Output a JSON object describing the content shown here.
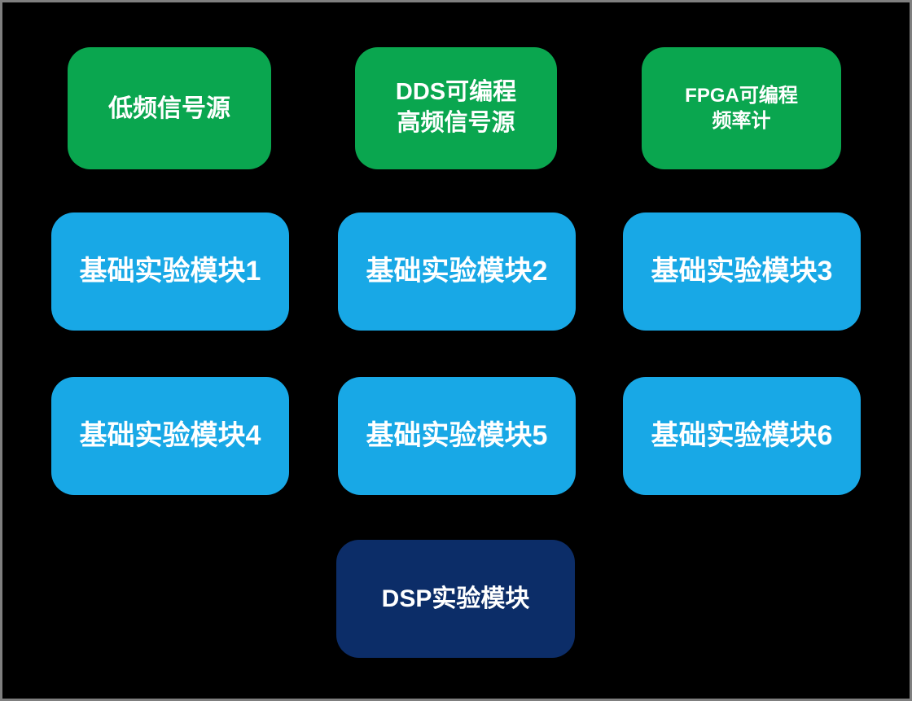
{
  "colors": {
    "background": "#000000",
    "border": "#7f7f7f",
    "green": "#0aa64f",
    "blue": "#18a8e6",
    "navy": "#0c2d68",
    "text": "#ffffff"
  },
  "blocks": [
    {
      "name": "low-freq-signal-source",
      "label": "低频信号源",
      "color": "#0aa64f"
    },
    {
      "name": "dds-programmable-hf-signal-source",
      "label": "DDS可编程\n高频信号源",
      "color": "#0aa64f"
    },
    {
      "name": "fpga-programmable-frequency-counter",
      "label": "FPGA可编程\n频率计",
      "color": "#0aa64f"
    },
    {
      "name": "basic-experiment-module-1",
      "label": "基础实验模块1",
      "color": "#18a8e6"
    },
    {
      "name": "basic-experiment-module-2",
      "label": "基础实验模块2",
      "color": "#18a8e6"
    },
    {
      "name": "basic-experiment-module-3",
      "label": "基础实验模块3",
      "color": "#18a8e6"
    },
    {
      "name": "basic-experiment-module-4",
      "label": "基础实验模块4",
      "color": "#18a8e6"
    },
    {
      "name": "basic-experiment-module-5",
      "label": "基础实验模块5",
      "color": "#18a8e6"
    },
    {
      "name": "basic-experiment-module-6",
      "label": "基础实验模块6",
      "color": "#18a8e6"
    },
    {
      "name": "dsp-experiment-module",
      "label": "DSP实验模块",
      "color": "#0c2d68"
    }
  ]
}
